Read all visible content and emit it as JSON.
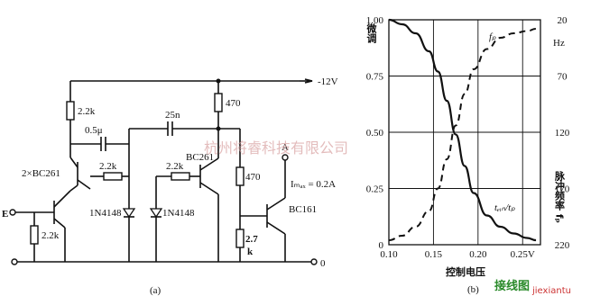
{
  "circuit": {
    "supply_label": "-12V",
    "ground_label": "0",
    "input_label": "E",
    "output_label": "A",
    "imax_label": "Iₘₐₓ = 0.2A",
    "r_top_left": "2.2k",
    "r_mid1": "2.2k",
    "r_mid2": "2.2k",
    "r_bottom_left": "2.2k",
    "r_top_right": "470",
    "r_right": "470",
    "r_bottom_right_a": "2.7",
    "r_bottom_right_b": "k",
    "cap1": "0.5μ",
    "cap2": "25n",
    "q_left": "2×BC261",
    "q_mid": "BC261",
    "q_right": "BC161",
    "d1": "1N4148",
    "d2": "1N4148",
    "caption": "(a)"
  },
  "chart_data": {
    "type": "line",
    "caption": "(b)",
    "xlabel": "控制电压",
    "ylabel_left": "微调",
    "ylabel_right": "脉冲频率 fₚ",
    "right_unit": "Hz",
    "x_ticks": [
      "0.10",
      "0.15",
      "0.20",
      "0.25V"
    ],
    "y_left_ticks": [
      "1.00",
      "0.75",
      "0.50",
      "0.25",
      "0"
    ],
    "y_right_ticks": [
      "20",
      "70",
      "120",
      "170",
      "220"
    ],
    "xlim": [
      0.1,
      0.27
    ],
    "ylim": [
      0,
      1.0
    ],
    "series": [
      {
        "name": "tₑᵢₙ/tₚ",
        "style": "solid",
        "x": [
          0.1,
          0.115,
          0.13,
          0.145,
          0.155,
          0.165,
          0.175,
          0.185,
          0.195,
          0.21,
          0.225,
          0.24,
          0.255,
          0.265
        ],
        "y": [
          1.0,
          0.98,
          0.94,
          0.86,
          0.77,
          0.64,
          0.49,
          0.35,
          0.23,
          0.13,
          0.08,
          0.05,
          0.03,
          0.02
        ]
      },
      {
        "name": "fₚ",
        "style": "dashed",
        "x": [
          0.1,
          0.115,
          0.13,
          0.145,
          0.155,
          0.165,
          0.175,
          0.185,
          0.195,
          0.21,
          0.225,
          0.24,
          0.255,
          0.265
        ],
        "y": [
          0.02,
          0.04,
          0.08,
          0.15,
          0.25,
          0.38,
          0.53,
          0.67,
          0.78,
          0.87,
          0.92,
          0.94,
          0.95,
          0.96
        ]
      }
    ]
  },
  "watermark": {
    "top": "杭州将睿科技有限公司",
    "bottom_logo": "接线图",
    "bottom_url": "jiexiantu"
  }
}
